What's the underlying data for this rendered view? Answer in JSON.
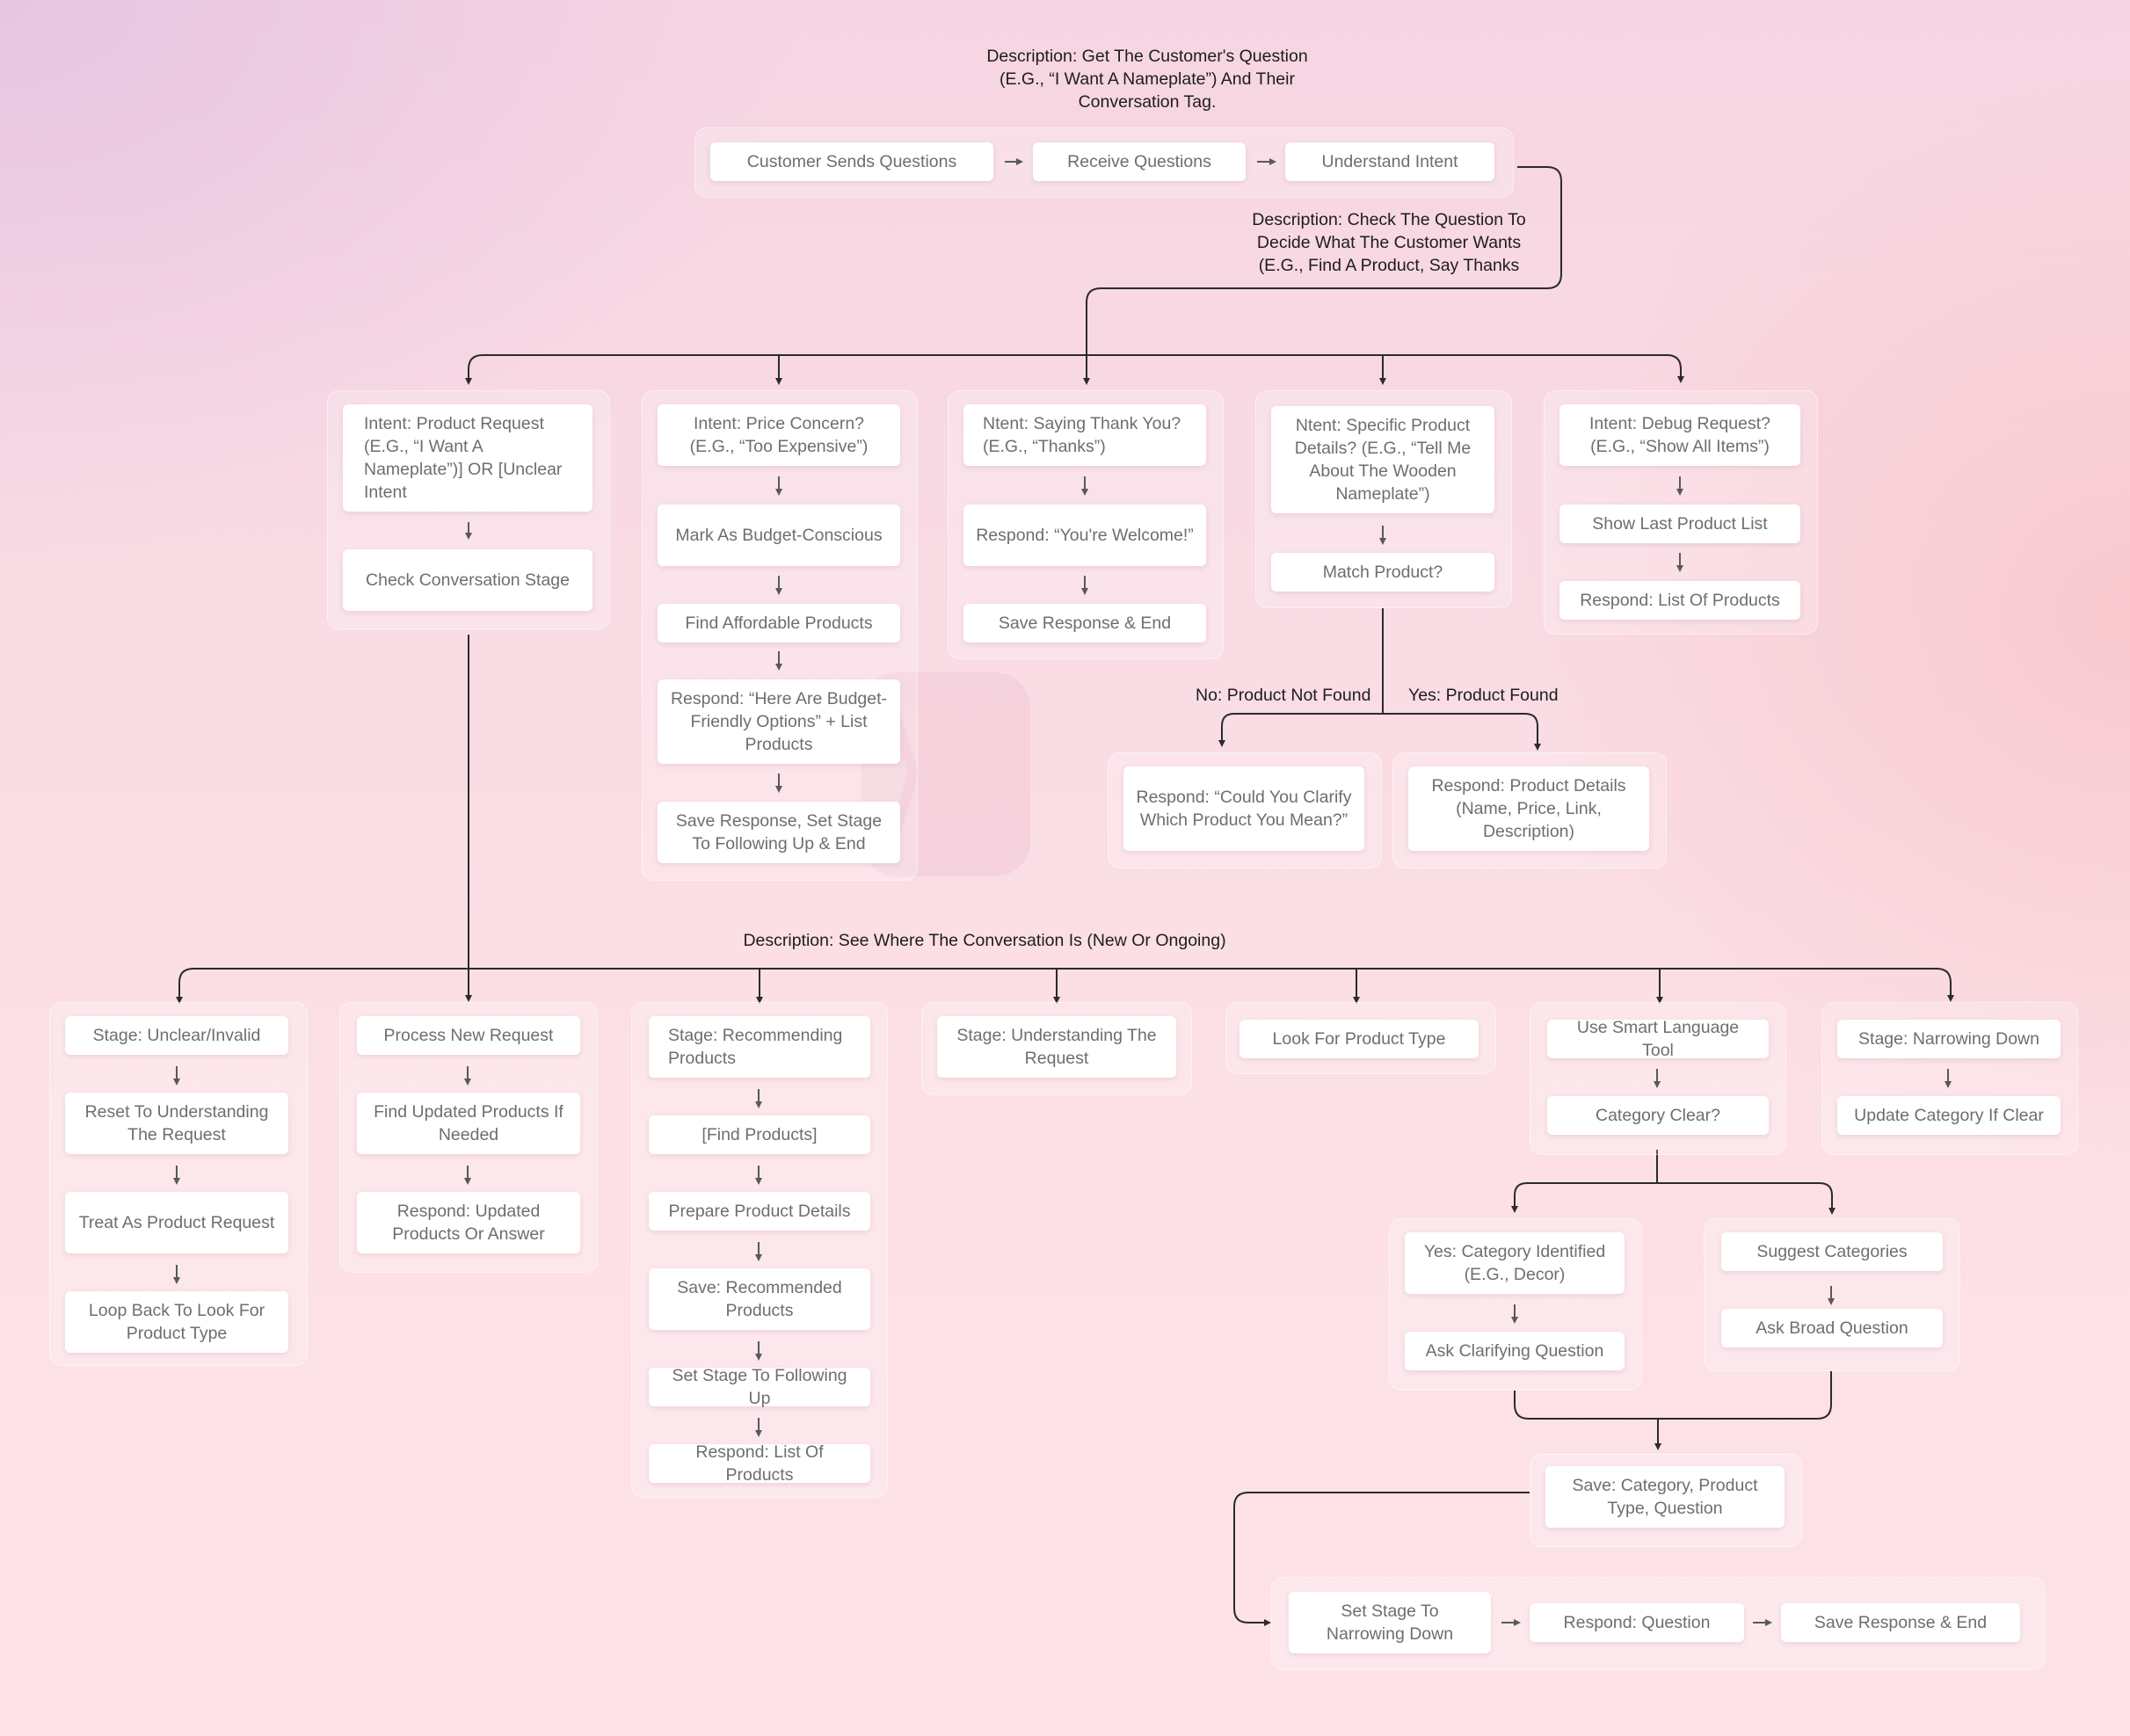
{
  "descriptions": {
    "top": "Description: Get The Customer's Question (E.G., “I Want A Nameplate”) And Their Conversation Tag.",
    "intent": "Description: Check The Question To Decide What The Customer Wants (E.G., Find A Product, Say Thanks",
    "stage": "Description: See Where The Conversation Is (New Or Ongoing)"
  },
  "top_row": [
    "Customer Sends Questions",
    "Receive Questions",
    "Understand Intent"
  ],
  "intents": {
    "product": [
      "Intent: Product Request (E.G., “I Want A Nameplate”)] OR [Unclear Intent",
      "Check Conversation Stage"
    ],
    "price": [
      "Intent: Price Concern? (E.G., “Too Expensive”)",
      "Mark As Budget-Conscious",
      "Find Affordable Products",
      "Respond: “Here Are Budget-Friendly Options” + List Products",
      "Save Response, Set Stage To Following Up & End"
    ],
    "thanks": [
      "Ntent: Saying Thank You? (E.G., “Thanks”)",
      "Respond: “You're Welcome!”",
      "Save Response & End"
    ],
    "specific": [
      "Ntent: Specific Product Details? (E.G., “Tell Me About The Wooden Nameplate”)",
      "Match Product?"
    ],
    "debug": [
      "Intent: Debug Request? (E.G., “Show All Items”)",
      "Show Last Product List",
      "Respond: List Of Products"
    ]
  },
  "match_branch": {
    "no_label": "No: Product Not Found",
    "yes_label": "Yes: Product Found",
    "no_node": "Respond: “Could You Clarify Which Product You Mean?”",
    "yes_node": "Respond: Product Details (Name, Price, Link, Description)"
  },
  "stages": {
    "unclear": [
      "Stage: Unclear/Invalid",
      "Reset To Understanding The Request",
      "Treat As Product Request",
      "Loop Back To Look For Product Type"
    ],
    "new": [
      "Process New Request",
      "Find Updated Products If Needed",
      "Respond: Updated Products Or Answer"
    ],
    "recommending": [
      "Stage: Recommending Products",
      "[Find Products]",
      "Prepare Product Details",
      "Save: Recommended Products",
      "Set Stage To Following Up",
      "Respond: List Of Products"
    ],
    "understanding": [
      "Stage: Understanding The Request"
    ],
    "product_type": [
      "Look For Product Type"
    ],
    "smart": [
      "Use Smart Language Tool",
      "Category Clear?"
    ],
    "narrowing": [
      "Stage: Narrowing Down",
      "Update Category If Clear"
    ]
  },
  "category_branch": {
    "yes": [
      "Yes: Category Identified (E.G., Decor)",
      "Ask Clarifying Question"
    ],
    "no": [
      "Suggest Categories",
      "Ask Broad Question"
    ],
    "save": "Save: Category, Product Type, Question",
    "final_row": [
      "Set Stage To Narrowing Down",
      "Respond: Question",
      "Save Response & End"
    ]
  },
  "colors": {
    "line": "#2b2b2b",
    "node_text": "#6e6e6e",
    "desc_text": "#1d1d1d"
  }
}
